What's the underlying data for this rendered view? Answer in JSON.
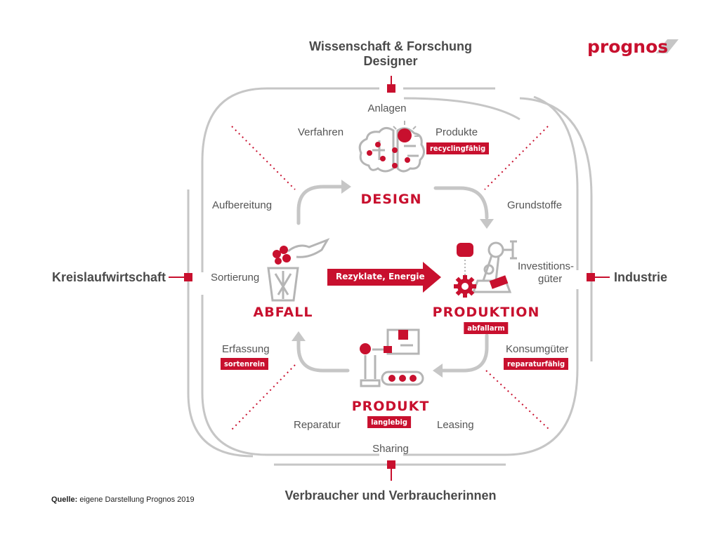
{
  "stakeholders": {
    "top_line1": "Wissenschaft & Forschung",
    "top_line2": "Designer",
    "left": "Kreislaufwirtschaft",
    "right": "Industrie",
    "bottom": "Verbraucher und Verbraucherinnen"
  },
  "logo": "prognos",
  "hubs": {
    "design": "DESIGN",
    "abfall": "ABFALL",
    "produktion": "PRODUKTION",
    "produkt": "PRODUKT"
  },
  "labels": {
    "anlagen": "Anlagen",
    "verfahren": "Verfahren",
    "produkte": "Produkte",
    "grundstoffe": "Grundstoffe",
    "aufbereitung": "Aufbereitung",
    "sortierung": "Sortierung",
    "investitionsgueter_1": "Investitions-",
    "investitionsgueter_2": "güter",
    "konsumgueter": "Konsumgüter",
    "erfassung": "Erfassung",
    "reparatur": "Reparatur",
    "leasing": "Leasing",
    "sharing": "Sharing"
  },
  "tags": {
    "recyclingfaehig": "recyclingfähig",
    "abfallarm": "abfallarm",
    "reparaturfaehig": "reparaturfähig",
    "sortenrein": "sortenrein",
    "langlebig": "langlebig"
  },
  "center_arrow": "Rezyklate, Energie",
  "source": {
    "label": "Quelle:",
    "text": "eigene Darstellung Prognos 2019"
  },
  "colors": {
    "accent": "#c8102e",
    "frame": "#c6c6c6",
    "text": "#555555"
  }
}
